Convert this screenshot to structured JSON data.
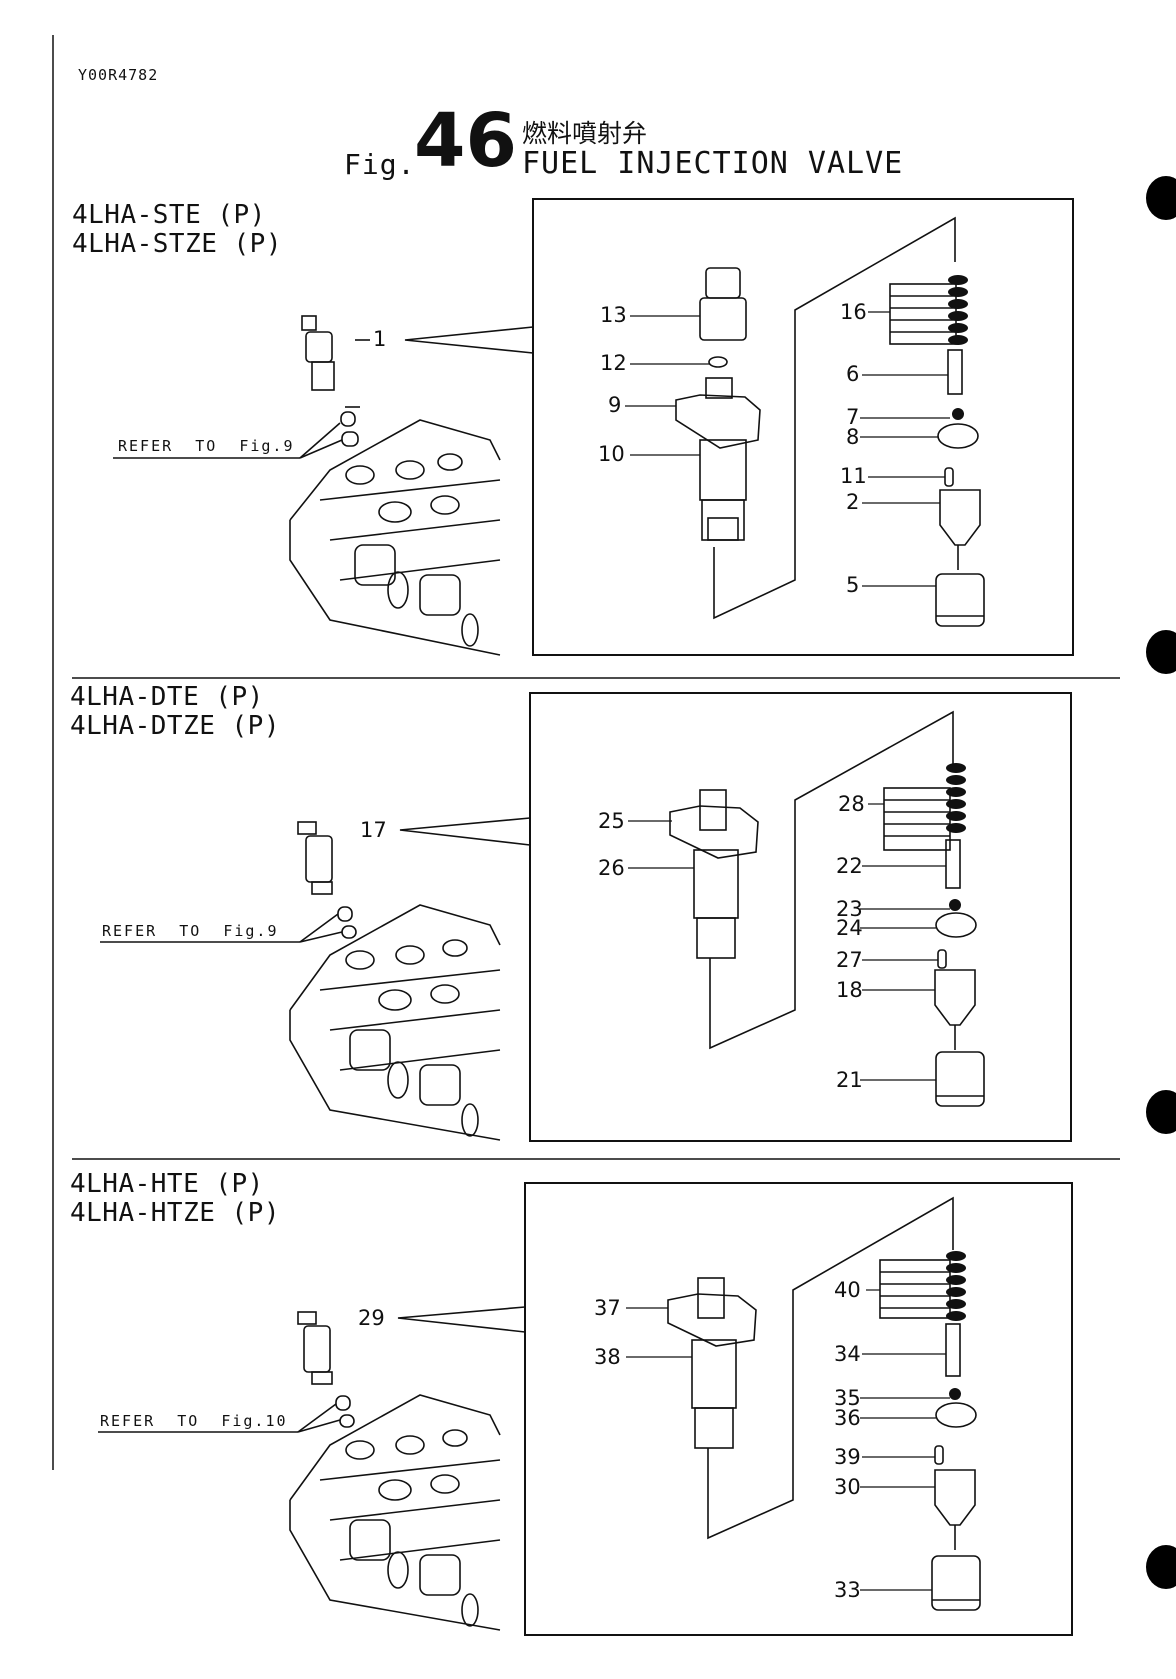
{
  "document": {
    "id": "Y00R4782"
  },
  "figure": {
    "prefix": "Fig.",
    "number": "46",
    "title_jp": "燃料噴射弁",
    "title_en": "FUEL INJECTION VALVE"
  },
  "sections": [
    {
      "models": [
        "4LHA-STE (P)",
        "4LHA-STZE (P)"
      ],
      "refer": "REFER  TO  Fig.9",
      "assembly_label": "1",
      "left_parts": [
        "13",
        "12",
        "9",
        "10"
      ],
      "right_parts": [
        "16",
        "6",
        "7",
        "8",
        "11",
        "2",
        "5"
      ]
    },
    {
      "models": [
        "4LHA-DTE (P)",
        "4LHA-DTZE (P)"
      ],
      "refer": "REFER  TO  Fig.9",
      "assembly_label": "17",
      "left_parts": [
        "25",
        "26"
      ],
      "right_parts": [
        "28",
        "22",
        "23",
        "24",
        "27",
        "18",
        "21"
      ]
    },
    {
      "models": [
        "4LHA-HTE (P)",
        "4LHA-HTZE (P)"
      ],
      "refer": "REFER  TO  Fig.10",
      "assembly_label": "29",
      "left_parts": [
        "37",
        "38"
      ],
      "right_parts": [
        "40",
        "34",
        "35",
        "36",
        "39",
        "30",
        "33"
      ]
    }
  ]
}
